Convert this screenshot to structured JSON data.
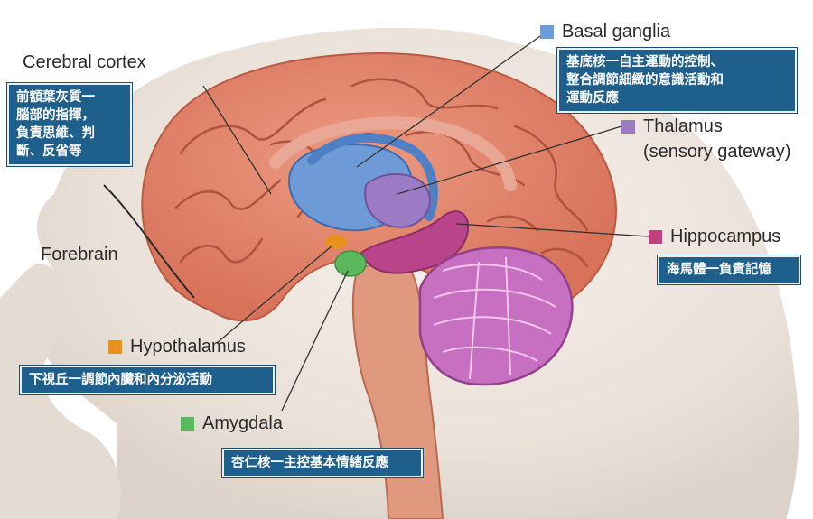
{
  "labels": {
    "cerebral_cortex": "Cerebral cortex",
    "forebrain": "Forebrain",
    "basal_ganglia": "Basal ganglia",
    "thalamus_1": "Thalamus",
    "thalamus_2": "(sensory gateway)",
    "hippocampus": "Hippocampus",
    "hypothalamus": "Hypothalamus",
    "amygdala": "Amygdala"
  },
  "callouts": {
    "prefrontal": [
      "前額葉灰質一",
      "腦部的指揮，",
      "負責思維、判",
      "斷、反省等"
    ],
    "basal_ganglia": [
      "基底核一自主運動的控制、",
      "整合調節細緻的意識活動和",
      "運動反應"
    ],
    "hippocampus": [
      "海馬體一負責記憶"
    ],
    "hypothalamus": [
      "下視丘一調節內臟和內分泌活動"
    ],
    "amygdala": [
      "杏仁核一主控基本情緒反應"
    ]
  },
  "colors": {
    "basal_ganglia": "#6f9ad8",
    "thalamus": "#9b7bc4",
    "hippocampus": "#c0407e",
    "hypothalamus": "#e8911e",
    "amygdala": "#5cb85c",
    "callout_bg": "#1f5f8b"
  }
}
